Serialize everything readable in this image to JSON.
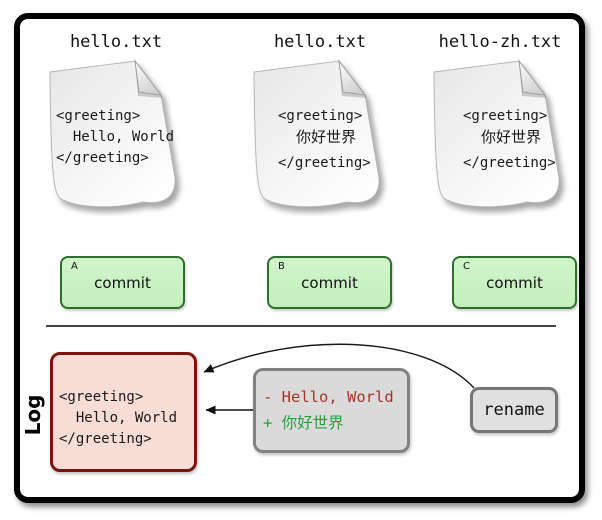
{
  "documents": [
    {
      "title": "hello.txt",
      "code": [
        "<greeting>",
        "  Hello, World",
        "</greeting>"
      ]
    },
    {
      "title": "hello.txt",
      "code": [
        "<greeting>",
        "  你好世界",
        "</greeting>"
      ]
    },
    {
      "title": "hello-zh.txt",
      "code": [
        "<greeting>",
        "  你好世界",
        "</greeting>"
      ]
    }
  ],
  "commits": [
    {
      "id": "A",
      "label": "commit"
    },
    {
      "id": "B",
      "label": "commit"
    },
    {
      "id": "C",
      "label": "commit"
    }
  ],
  "log_section": {
    "label": "Log",
    "snapshot_code": [
      "<greeting>",
      "  Hello, World",
      "</greeting>"
    ],
    "diff": {
      "removed_line": "- Hello, World",
      "added_line": "+ 你好世界"
    },
    "rename_label": "rename"
  },
  "colors": {
    "commit_fill": "#c9f2c3",
    "commit_border": "#2e6f2e",
    "log_box_fill": "#f8dcd6",
    "log_box_border": "#7b160e",
    "diff_fill": "#dadada",
    "diff_border": "#828282",
    "diff_removed_text": "#a53529",
    "diff_added_text": "#2a9e3e",
    "rename_fill": "#e0e0e0",
    "rename_border": "#767676"
  }
}
